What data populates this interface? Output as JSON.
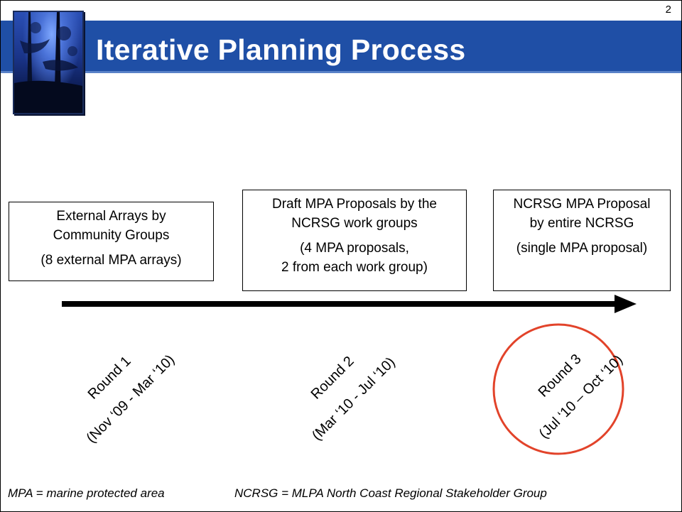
{
  "slide": {
    "number": "2",
    "title": "Iterative Planning Process"
  },
  "boxes": [
    {
      "line1": "External Arrays by",
      "line2": "Community Groups",
      "detail1": "(8 external MPA arrays)",
      "detail2": ""
    },
    {
      "line1": "Draft MPA Proposals by the",
      "line2": "NCRSG work groups",
      "detail1": "(4 MPA proposals,",
      "detail2": "2 from each work group)"
    },
    {
      "line1": "NCRSG MPA Proposal",
      "line2": "by entire NCRSG",
      "detail1": "(single MPA proposal)",
      "detail2": ""
    }
  ],
  "rounds": [
    {
      "label": "Round 1",
      "dates": "(Nov ‘09 - Mar ‘10)"
    },
    {
      "label": "Round 2",
      "dates": "(Mar ‘10 - Jul ‘10)"
    },
    {
      "label": "Round 3",
      "dates": "(Jul ‘10 – Oct ‘10)"
    }
  ],
  "footnotes": {
    "mpa": "MPA = marine protected area",
    "ncrsg": "NCRSG = MLPA North Coast Regional Stakeholder Group"
  },
  "colors": {
    "title_bar": "#1f4fa6",
    "highlight": "#e2432a",
    "arrow": "#000000"
  }
}
